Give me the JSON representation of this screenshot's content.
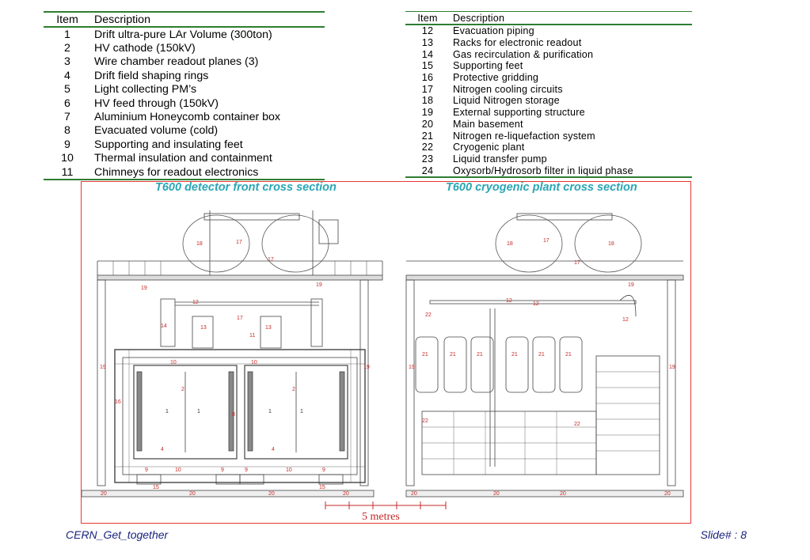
{
  "front_legend": {
    "header": {
      "item": "Item",
      "description": "Description"
    },
    "rows": [
      {
        "item": "1",
        "description": "Drift ultra-pure LAr Volume (300ton)"
      },
      {
        "item": "2",
        "description": "HV cathode (150kV)"
      },
      {
        "item": "3",
        "description": "Wire chamber readout planes (3)"
      },
      {
        "item": "4",
        "description": "Drift field shaping rings"
      },
      {
        "item": "5",
        "description": "Light collecting PM’s"
      },
      {
        "item": "6",
        "description": "HV feed through (150kV)"
      },
      {
        "item": "7",
        "description": "Aluminium   Honeycomb container box"
      },
      {
        "item": "8",
        "description": "Evacuated volume (cold)"
      },
      {
        "item": "9",
        "description": "Supporting and insulating feet"
      },
      {
        "item": "10",
        "description": "Thermal insulation and containment"
      },
      {
        "item": "11",
        "description": "Chimneys for readout electronics"
      }
    ]
  },
  "plant_legend": {
    "header": {
      "item": "Item",
      "description": "Description"
    },
    "rows": [
      {
        "item": "12",
        "description": "Evacuation  piping"
      },
      {
        "item": "13",
        "description": "Racks for electronic readout"
      },
      {
        "item": "14",
        "description": "Gas recirculation & purification"
      },
      {
        "item": "15",
        "description": "Supporting  feet"
      },
      {
        "item": "16",
        "description": "Protective gridding"
      },
      {
        "item": "17",
        "description": "Nitrogen cooling circuits"
      },
      {
        "item": "18",
        "description": "Liquid Nitrogen storage"
      },
      {
        "item": "19",
        "description": "External supporting structure"
      },
      {
        "item": "20",
        "description": "Main   basement"
      },
      {
        "item": "21",
        "description": "Nitrogen re-liquefaction system"
      },
      {
        "item": "22",
        "description": "Cryogenic  plant"
      },
      {
        "item": "23",
        "description": "Liquid transfer pump"
      },
      {
        "item": "24",
        "description": "Oxysorb/Hydrosorb filter in liquid phase"
      }
    ]
  },
  "captions": {
    "front": "T600 detector front cross section",
    "plant": "T600 cryogenic plant cross section"
  },
  "scale_label": "5 metres",
  "footer": {
    "left": "CERN_Get_together",
    "right": "Slide#  : 8"
  },
  "colors": {
    "rule": "#2e7d32",
    "caption": "#2aa6b5",
    "frame": "#e53935",
    "label": "#c62828",
    "footer": "#1a237e"
  }
}
